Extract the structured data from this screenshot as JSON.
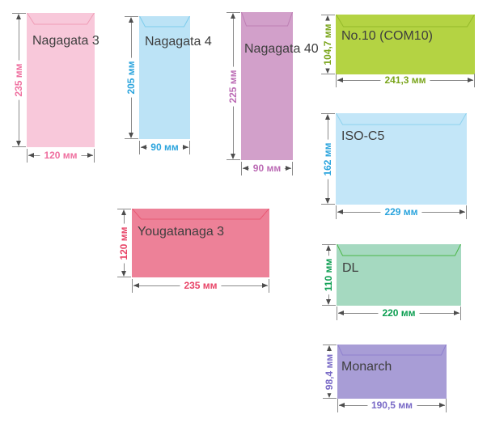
{
  "page": {
    "background": "#ffffff",
    "units": "мм"
  },
  "envelopes": [
    {
      "name": "Nagagata 3",
      "height_label": "235 мм",
      "width_label": "120 мм",
      "fill": "#f8c8da",
      "flap_color": "#ef9db6",
      "dim_color": "#ef6f9f"
    },
    {
      "name": "Nagagata 4",
      "height_label": "205 мм",
      "width_label": "90 мм",
      "fill": "#bce3f6",
      "flap_color": "#7ecdec",
      "dim_color": "#2ba4dd"
    },
    {
      "name": "Nagagata 40",
      "height_label": "225 мм",
      "width_label": "90 мм",
      "fill": "#d2a0ca",
      "flap_color": "#bd7fb4",
      "dim_color": "#bc6cb5"
    },
    {
      "name": "No.10 (COM10)",
      "height_label": "104,7 мм",
      "width_label": "241,3 мм",
      "fill": "#b4d343",
      "flap_color": "#94ba2a",
      "dim_color": "#7aa51b"
    },
    {
      "name": "ISO-C5",
      "height_label": "162 мм",
      "width_label": "229 мм",
      "fill": "#c3e6f8",
      "flap_color": "#8ed2ee",
      "dim_color": "#2ba4dd"
    },
    {
      "name": "DL",
      "height_label": "110 мм",
      "width_label": "220 мм",
      "fill": "#a5d9c0",
      "flap_color": "#4cb748",
      "dim_color": "#0c9e51"
    },
    {
      "name": "Monarch",
      "height_label": "98,4 мм",
      "width_label": "190,5 мм",
      "fill": "#a89dd6",
      "flap_color": "#8f81cf",
      "dim_color": "#7a6bc7"
    },
    {
      "name": "Yougatanaga 3",
      "height_label": "120 мм",
      "width_label": "235 мм",
      "fill": "#ed8198",
      "flap_color": "#e85a74",
      "dim_color": "#e84568"
    }
  ]
}
